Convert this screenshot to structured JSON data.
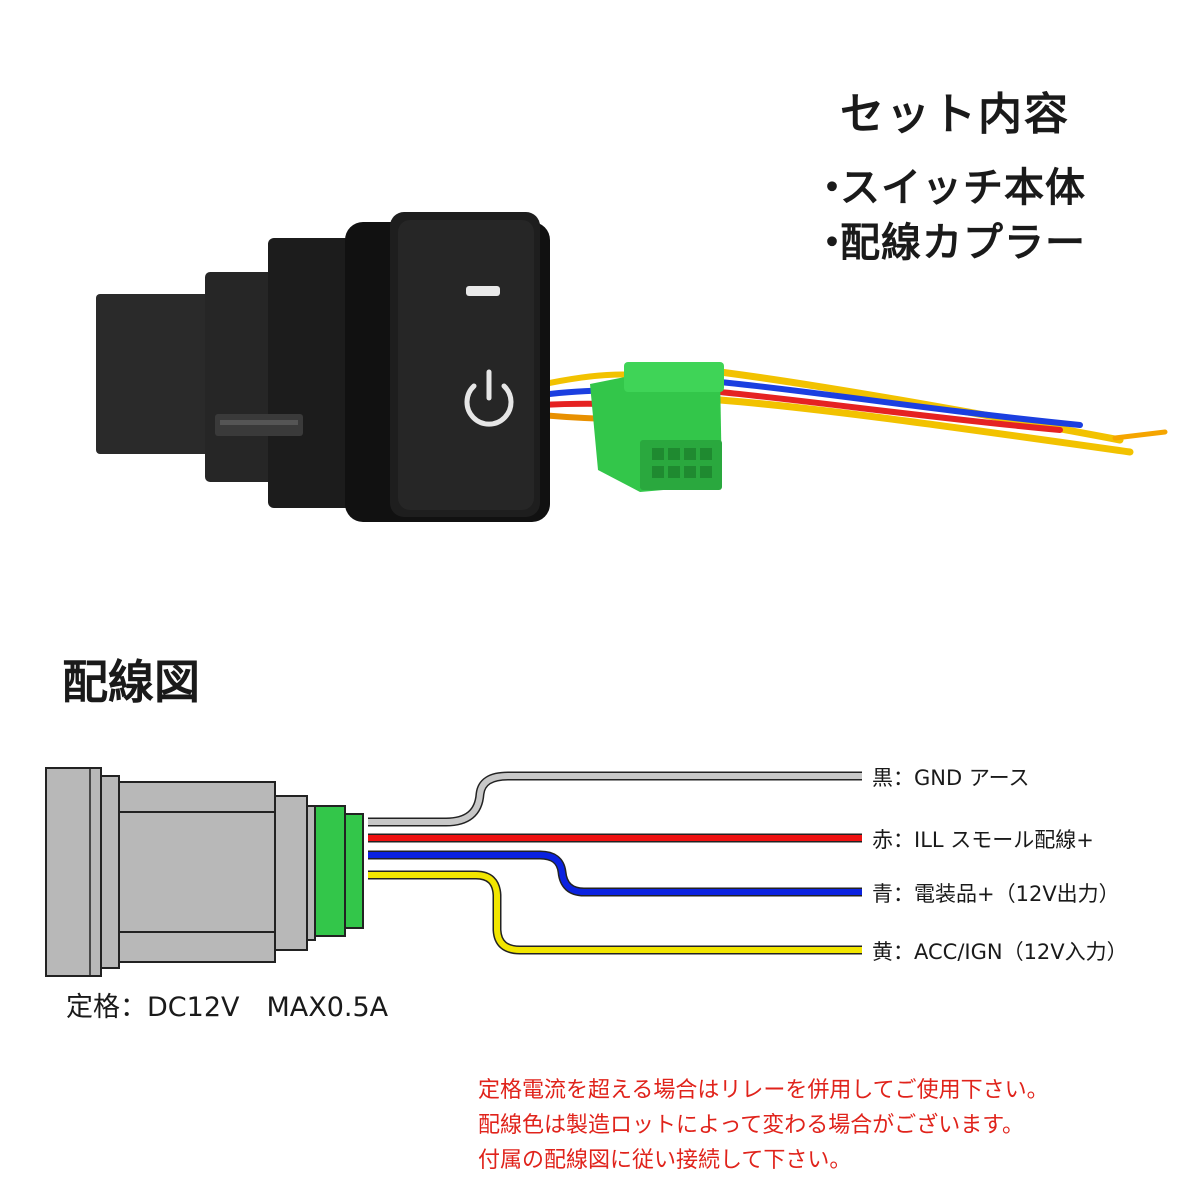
{
  "set_contents": {
    "title": "セット内容",
    "bullet": "・",
    "items": [
      "スイッチ本体",
      "配線カプラー"
    ]
  },
  "diagram": {
    "title": "配線図",
    "wires": [
      {
        "label": "黒：GND アース",
        "color": "#c8c8c8"
      },
      {
        "label": "赤：ILL スモール配線+",
        "color": "#ee1111"
      },
      {
        "label": "青：電装品+（12V出力）",
        "color": "#0b22e0"
      },
      {
        "label": "黄：ACC/IGN（12V入力）",
        "color": "#f2e600"
      }
    ],
    "rating": "定格：DC12V　MAX0.5A"
  },
  "notes": [
    "定格電流を超える場合はリレーを併用してご使用下さい。",
    "配線色は製造ロットによって変わる場合がございます。",
    "付属の配線図に従い接続して下さい。"
  ],
  "colors": {
    "connector_green": "#33c64a",
    "switch_body": "#1e1e1e",
    "note_red": "#e0231b"
  }
}
